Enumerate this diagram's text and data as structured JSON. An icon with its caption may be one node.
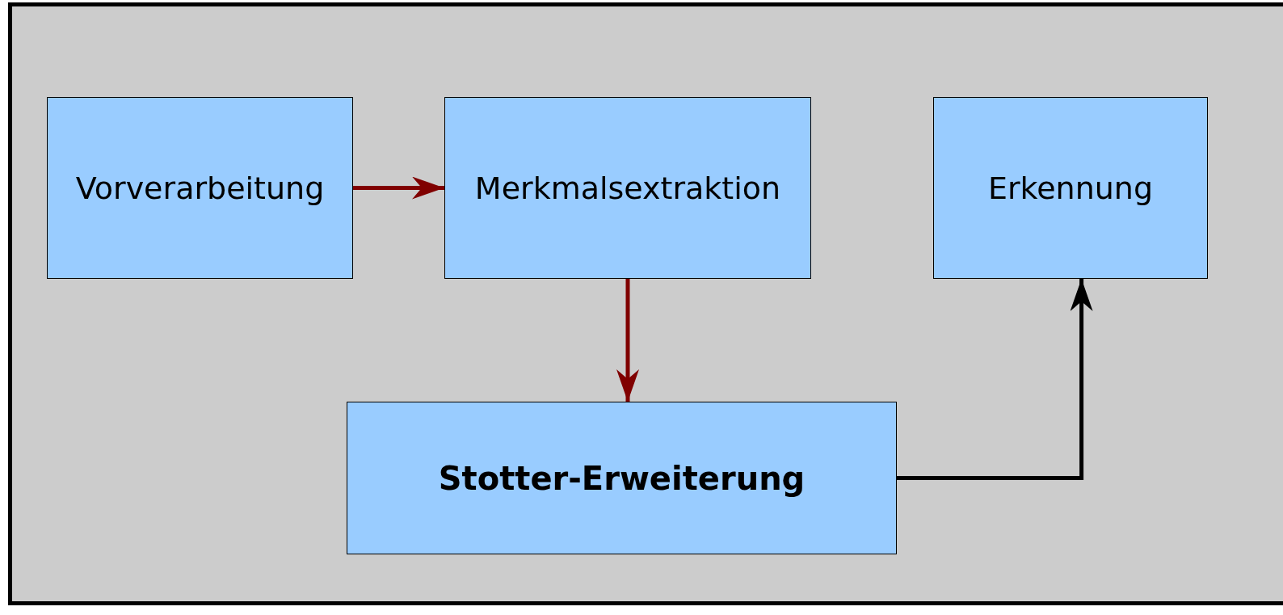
{
  "diagram": {
    "nodes": [
      {
        "text": [
          "Vorverarbeitung"
        ]
      },
      {
        "text": [
          "Merkmalsextraktion"
        ]
      },
      {
        "text": [
          "Erkennung"
        ]
      },
      {
        "text": [
          "Stotter-Erweiterung"
        ]
      }
    ],
    "edges": [
      {
        "from": 0,
        "to": 1,
        "arrow": "to"
      },
      {
        "from": 1,
        "to": 3,
        "arrow": "to"
      },
      {
        "from": 3,
        "to": 2,
        "arrow": "to",
        "color": "#000000"
      }
    ]
  }
}
